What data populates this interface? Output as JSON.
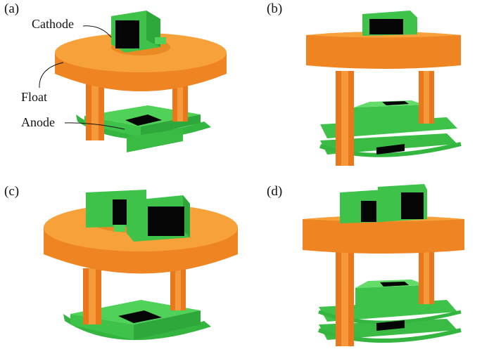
{
  "panels": [
    {
      "id": "a",
      "label": "(a)"
    },
    {
      "id": "b",
      "label": "(b)"
    },
    {
      "id": "c",
      "label": "(c)"
    },
    {
      "id": "d",
      "label": "(d)"
    }
  ],
  "callouts": {
    "cathode": "Cathode",
    "float": "Float",
    "anode": "Anode"
  },
  "colors": {
    "float_orange": "#f08a22",
    "float_top": "#f7a13a",
    "electrode_green": "#3ec24a",
    "electrode_light": "#63dc6a",
    "hole": "#050505"
  }
}
